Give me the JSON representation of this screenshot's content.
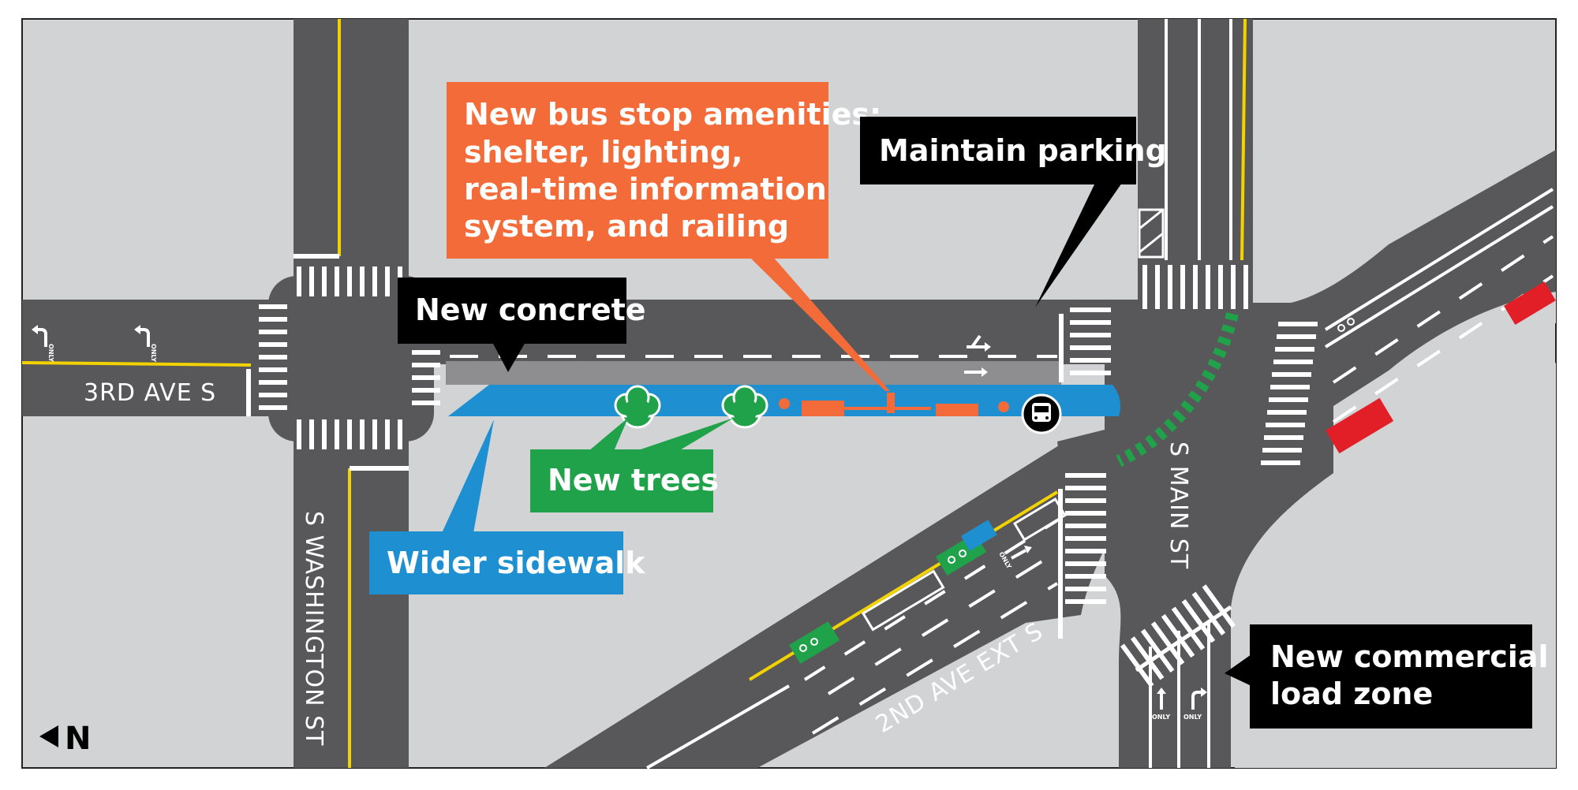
{
  "streets": {
    "third_ave": "3RD AVE S",
    "washington": "S WASHINGTON ST",
    "main": "S MAIN ST",
    "second_ave_ext": "2ND AVE EXT S"
  },
  "callouts": {
    "bus_amenities": {
      "lines": [
        "New bus stop amenities:",
        "shelter, lighting,",
        "real-time information",
        "system, and railing"
      ],
      "color": "#F26B38"
    },
    "maintain_parking": {
      "text": "Maintain parking",
      "color": "#000000"
    },
    "new_concrete": {
      "text": "New concrete",
      "color": "#000000"
    },
    "new_trees": {
      "text": "New trees",
      "color": "#1FA24A"
    },
    "wider_sidewalk": {
      "text": "Wider sidewalk",
      "color": "#1E90D2"
    },
    "commercial_load_zone": {
      "lines": [
        "New commercial",
        "load zone"
      ],
      "color": "#000000"
    }
  },
  "markings": {
    "only": "ONLY"
  },
  "north_arrow": {
    "label": "N",
    "direction": "left"
  },
  "colors": {
    "road": "#58585A",
    "block": "#D1D3D4",
    "sidewalk_new": "#1E90D2",
    "concrete_new": "#8E8E90",
    "bike_lane": "#1FA24A",
    "commercial_zone": "#E21F26",
    "center_line": "#F2D200"
  },
  "icons": [
    "bus-icon",
    "tree-icon",
    "left-turn-arrow-icon",
    "right-turn-arrow-icon",
    "straight-arrow-icon",
    "bike-symbol-icon",
    "north-arrow-icon"
  ]
}
